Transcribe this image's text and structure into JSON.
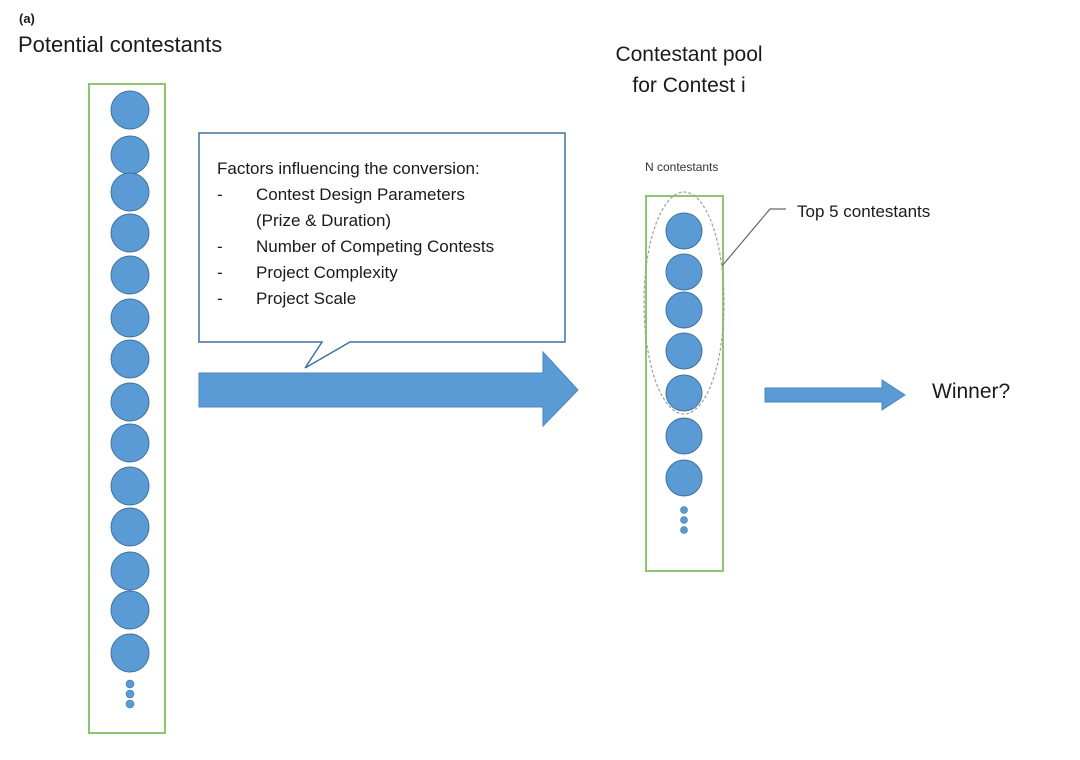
{
  "panel_label": "(a)",
  "left_column": {
    "title": "Potential contestants"
  },
  "callout": {
    "title": "Factors influencing the conversion:",
    "bullet": "-",
    "factors": [
      [
        "Contest Design Parameters",
        "(Prize & Duration)"
      ],
      [
        "Number of Competing Contests"
      ],
      [
        "Project Complexity"
      ],
      [
        "Project Scale"
      ]
    ]
  },
  "pool": {
    "title_line1": "Contestant pool",
    "title_line2": "for Contest i",
    "count_label": "N contestants",
    "top_label": "Top 5 contestants"
  },
  "outcome": {
    "label": "Winner?"
  },
  "colors": {
    "box_border": "#8dc66e",
    "node_fill": "#5b9bd5",
    "node_stroke": "#41719c",
    "arrow_fill": "#5b9bd5",
    "arrow_stroke": "#4a86bf",
    "callout_border": "#41719c",
    "highlight_ellipse": "#9aa0a6"
  },
  "icons": {
    "node": "contestant-circle-icon",
    "ellipsis": "vertical-ellipsis-icon",
    "arrow": "right-arrow-icon"
  }
}
